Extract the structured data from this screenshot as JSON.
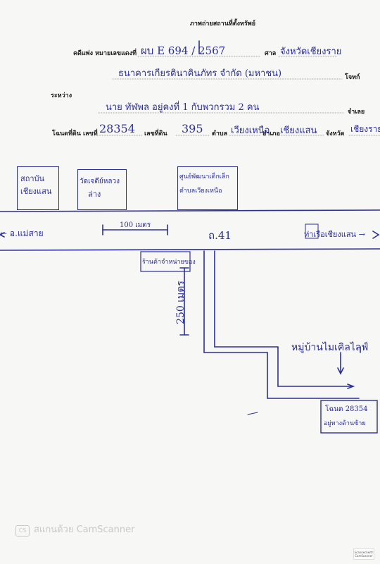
{
  "form": {
    "title": "ภาพถ่ายสถานที่ตั้งทรัพย์",
    "case_label": "คดีแพ่ง หมายเลขแดงที่",
    "case_number": "ผบ E 694 / 2567",
    "court_label": "ศาล",
    "court_name": "จังหวัดเชียงราย",
    "plaintiff_name": "ธนาคารเกียรตินาคินภัทร จำกัด (มหาชน)",
    "plaintiff_label": "โจทก์",
    "between_label": "ระหว่าง",
    "defendant_name": "นาย ทัฬพล อยู่คงที่ 1 กับพวกรวม 2 คน",
    "defendant_label": "จำเลย",
    "deed_label": "โฉนดที่ดิน เลขที่",
    "deed_number": "28354",
    "land_no_label": "เลขที่ดิน",
    "land_no": "395",
    "subdistrict_label": "ตำบล",
    "subdistrict": "เวียงเหนือ",
    "district_label": "อำเภอ",
    "district": "เชียงแสน",
    "province_label": "จังหวัด",
    "province": "เชียงราย"
  },
  "map": {
    "landmark_1": [
      "สถาบัน",
      "เชียงแสน"
    ],
    "landmark_2": [
      "วัดเจดีย์หลวง",
      "ล่าง"
    ],
    "landmark_3": [
      "ศูนย์พัฒนาเด็กเล็ก",
      "ตำบลเวียงเหนือ"
    ],
    "road_left": "← อ.แม่สาย",
    "distance_1": "100 เมตร",
    "road_name": "ถ.41",
    "road_right": "ท่าเรือเชียงแสน →",
    "shop_label": "ร้านค้าจำหน่ายของ",
    "distance_2": "250 เมตร",
    "village_label": "หมู่บ้านไมเคิลไลฟ์",
    "plot_text": [
      "โฉนด 28354",
      "อยู่ทางด้านซ้าย"
    ]
  },
  "watermark": "สแกนด้วย CamScanner",
  "badge_text": "Scanned with CamScanner"
}
